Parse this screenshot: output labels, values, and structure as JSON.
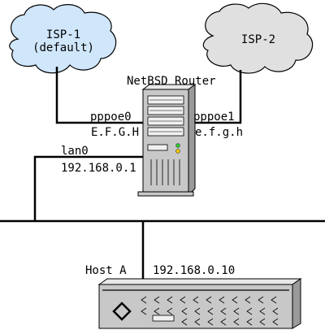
{
  "clouds": {
    "isp1": {
      "line1": "ISP-1",
      "line2": "(default)",
      "fill": "#cfe6fb"
    },
    "isp2": {
      "line1": "ISP-2",
      "fill": "#e0e0e0"
    }
  },
  "router": {
    "title": "NetBSD Router",
    "left_iface": {
      "name": "pppoe0",
      "addr": "E.F.G.H"
    },
    "right_iface": {
      "name": "pppoe1",
      "addr": "e.f.g.h"
    },
    "lan_iface": {
      "name": "lan0",
      "addr": "192.168.0.1"
    }
  },
  "host": {
    "name": "Host A",
    "addr": "192.168.0.10"
  },
  "colors": {
    "line": "#000000",
    "tower": "#c8c8c8",
    "led_green": "#33cc33",
    "led_yellow": "#ffcc00"
  }
}
